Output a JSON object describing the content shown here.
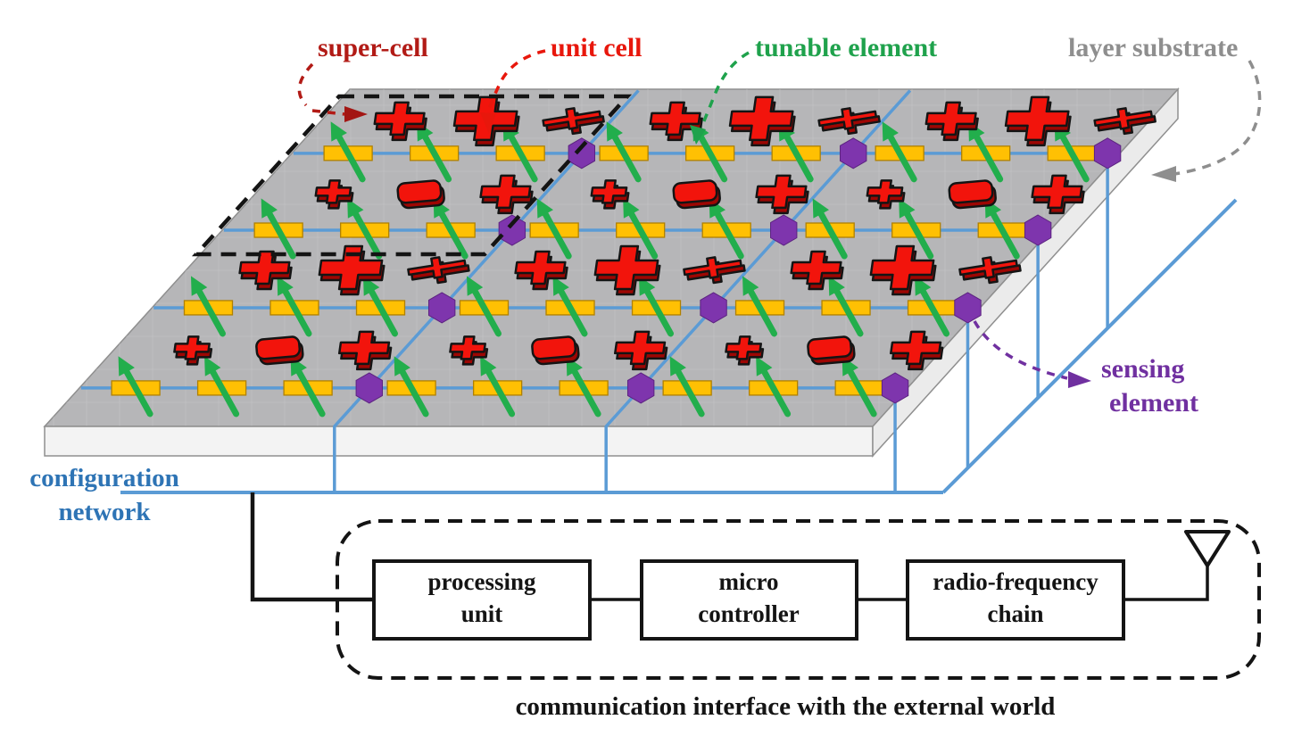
{
  "figure_labels": {
    "super_cell": {
      "text": "super-cell",
      "color": "#b21b16"
    },
    "unit_cell": {
      "text": "unit cell",
      "color": "#e8170c"
    },
    "tunable_element": {
      "text": "tunable element",
      "color": "#1fa24c"
    },
    "layer_substrate": {
      "text": "layer substrate",
      "color": "#8e8e8e"
    },
    "sensing_element": {
      "line1": "sensing",
      "line2": "element",
      "color": "#7030a0"
    },
    "configuration_network": {
      "line1": "configuration",
      "line2": "network",
      "color": "#2e74b5"
    }
  },
  "interface_block": {
    "boxes": [
      {
        "line1": "processing",
        "line2": "unit"
      },
      {
        "line1": "micro",
        "line2": "controller"
      },
      {
        "line1": "radio-frequency",
        "line2": "chain"
      }
    ],
    "caption": "communication interface with the external world"
  },
  "surface": {
    "supercell_columns": 3,
    "unit_cells_per_supercell": 3,
    "tunable_rows": 4,
    "resonator_rows": 4,
    "resonator_pattern_odd": [
      "medium-cross",
      "large-cross",
      "thin-cross"
    ],
    "resonator_pattern_even": [
      "small-cross",
      "plate",
      "medium-cross"
    ]
  },
  "colors": {
    "substrate_top": "#b6b6b8",
    "substrate_front": "#f3f3f3",
    "substrate_side": "#ebebeb",
    "substrate_edge": "#8f8f8f",
    "grid_line": "#c6c6c8",
    "network_blue": "#5b9bd5",
    "tunable_yellow": "#ffc003",
    "tunable_border": "#b08000",
    "arrow_green": "#22ae4c",
    "sensing_purple": "#7e35ad",
    "sensing_border": "#5c2380",
    "resonator_red": "#f2140c",
    "resonator_shadow": "#9d0603",
    "outline_black": "#141414",
    "supercell_arrow_red": "#a31613"
  }
}
